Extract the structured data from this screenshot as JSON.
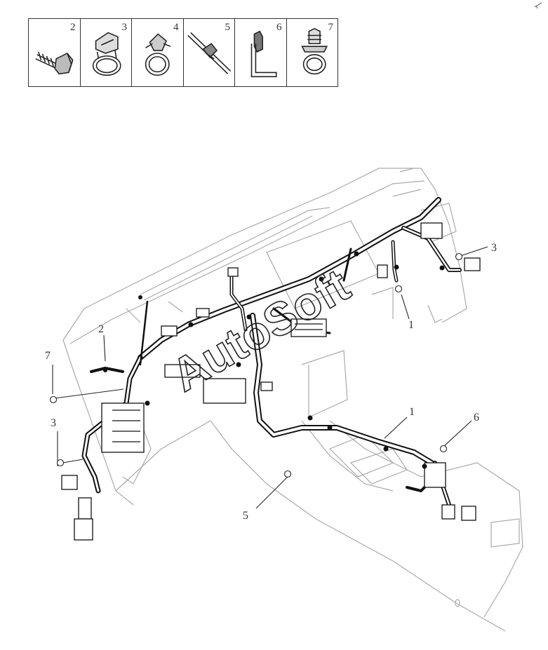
{
  "legend": [
    {
      "num": "2",
      "icon": "bolt-icon"
    },
    {
      "num": "3",
      "icon": "hose-clamp-clip-icon"
    },
    {
      "num": "4",
      "icon": "wire-clamp-icon"
    },
    {
      "num": "5",
      "icon": "cable-tie-icon"
    },
    {
      "num": "6",
      "icon": "bracket-clip-icon"
    },
    {
      "num": "7",
      "icon": "push-pin-clip-icon"
    }
  ],
  "callouts": {
    "c1a": "1",
    "c1b": "1",
    "c2": "2",
    "c3a": "3",
    "c3b": "3",
    "c5": "5",
    "c6": "6",
    "c7": "7"
  },
  "watermark": "AutoSoft"
}
